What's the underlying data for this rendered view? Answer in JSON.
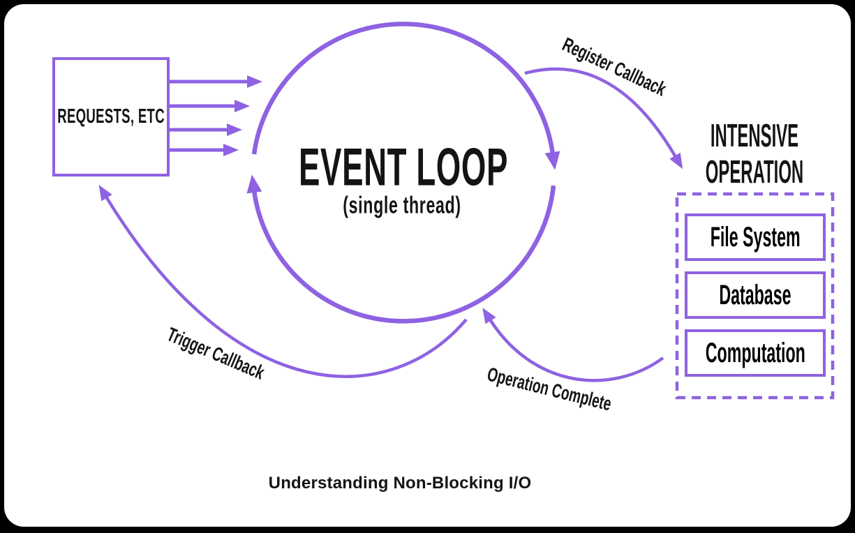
{
  "colors": {
    "background": "#000000",
    "card": "#ffffff",
    "accent_purple": "#8e62e2",
    "text": "#141414"
  },
  "requests_box": {
    "label": "REQUESTS, ETC"
  },
  "event_loop": {
    "title": "EVENT LOOP",
    "subtitle": "(single thread)"
  },
  "flow_labels": {
    "register_callback": "Register Callback",
    "trigger_callback": "Trigger Callback",
    "operation_complete": "Operation Complete"
  },
  "intensive_operation": {
    "title_line1": "INTENSIVE",
    "title_line2": "OPERATION",
    "items": [
      "File System",
      "Database",
      "Computation"
    ]
  },
  "caption": "Understanding Non-Blocking I/O"
}
